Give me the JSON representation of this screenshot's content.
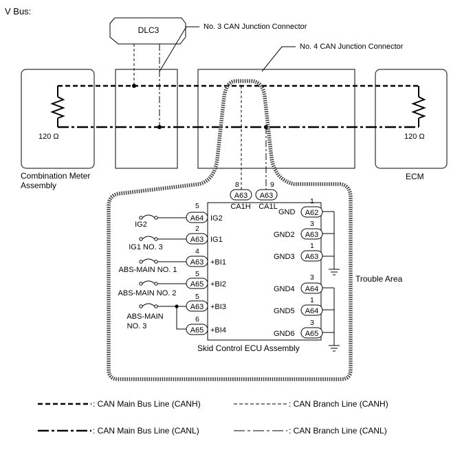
{
  "title": "V Bus:",
  "dlc": "DLC3",
  "callouts": {
    "jc3": "No. 3 CAN Junction Connector",
    "jc4": "No. 4 CAN Junction Connector"
  },
  "resistors": {
    "left": "120 Ω",
    "right": "120 Ω"
  },
  "components": {
    "meter_line1": "Combination Meter",
    "meter_line2": "Assembly",
    "ecm": "ECM",
    "skid_ecu": "Skid Control ECU Assembly",
    "trouble_area": "Trouble Area"
  },
  "can_pins": [
    {
      "pin": "8",
      "conn": "A63",
      "name": "CA1H"
    },
    {
      "pin": "9",
      "conn": "A63",
      "name": "CA1L"
    }
  ],
  "left_pins": [
    {
      "source": "IG2",
      "pin": "5",
      "conn": "A64",
      "name": "IG2"
    },
    {
      "source": "IG1 NO. 3",
      "pin": "2",
      "conn": "A63",
      "name": "IG1"
    },
    {
      "source": "ABS-MAIN NO. 1",
      "pin": "4",
      "conn": "A63",
      "name": "+BI1"
    },
    {
      "source": "ABS-MAIN NO. 2",
      "pin": "5",
      "conn": "A65",
      "name": "+BI2"
    },
    {
      "source": "ABS-MAIN",
      "source2": "NO. 3",
      "pin": "5",
      "conn": "A63",
      "name": "+BI3"
    },
    {
      "source": "",
      "pin": "6",
      "conn": "A65",
      "name": "+BI4"
    }
  ],
  "right_pins": [
    {
      "name": "GND",
      "pin": "1",
      "conn": "A62"
    },
    {
      "name": "GND2",
      "pin": "3",
      "conn": "A63"
    },
    {
      "name": "GND3",
      "pin": "1",
      "conn": "A63"
    },
    {
      "name": "GND4",
      "pin": "3",
      "conn": "A64"
    },
    {
      "name": "GND5",
      "pin": "1",
      "conn": "A64"
    },
    {
      "name": "GND6",
      "pin": "3",
      "conn": "A65"
    }
  ],
  "legend": [
    {
      "style": "main-h",
      "label": ": CAN Main Bus Line (CANH)"
    },
    {
      "style": "branch-h",
      "label": ": CAN Branch Line (CANH)"
    },
    {
      "style": "main-l",
      "label": ": CAN Main Bus Line (CANL)"
    },
    {
      "style": "branch-l",
      "label": ": CAN Branch Line (CANL)"
    }
  ]
}
